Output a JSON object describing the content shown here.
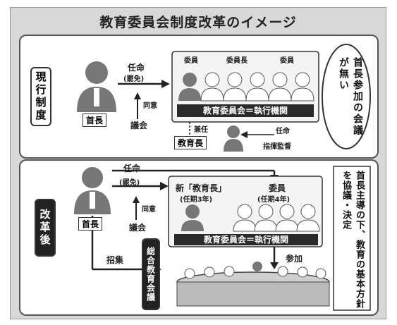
{
  "title": "教育委員会制度改革のイメージ",
  "current": {
    "section_label": "現行制度",
    "mayor": "首長",
    "appoint": "任命",
    "dismiss": "(罷免)",
    "consent": "同意",
    "assembly": "議会",
    "committee_members": [
      "委員",
      "委員長",
      "委員"
    ],
    "committee_bar": "教育委員会＝執行機関",
    "concurrent": "兼任",
    "appoint2": "任命",
    "supervision": "指揮監督",
    "superintendent": "教育長",
    "note": "首長参加の会議が無い"
  },
  "reform": {
    "section_label": "改革後",
    "mayor": "首長",
    "appoint": "任命",
    "dismiss": "(罷免)",
    "consent": "同意",
    "assembly": "議会",
    "new_superintendent": "新「教育長」",
    "new_term": "(任期3年)",
    "member": "委員",
    "member_term": "(任期4年)",
    "committee_bar": "教育委員会＝執行機関",
    "convene": "招集",
    "conference": "総合教育会議",
    "participate": "参加",
    "note": "首長主導の下、教育の基本方針を協議・決定"
  }
}
